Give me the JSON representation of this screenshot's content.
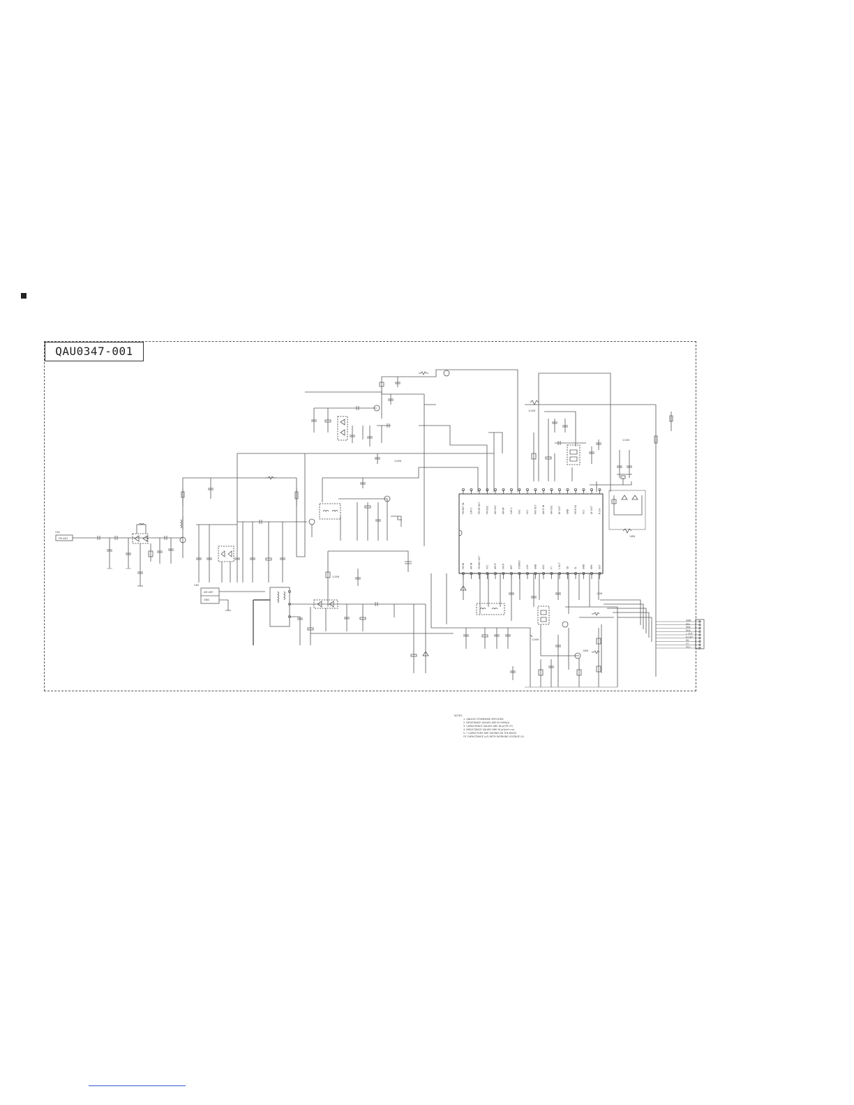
{
  "title_box": "QAU0347-001",
  "connectors": {
    "fm_ref": "CN1",
    "fm_ant": "FM ANT",
    "am_ref": "CN2",
    "am_ant": "AM ANT",
    "gnd": "GND"
  },
  "ic_top_pins": [
    "FM DET IN",
    "CAP-2",
    "FM RF OUT",
    "FM OSC",
    "AM OSC",
    "AM RF",
    "CAP-1",
    "OSC",
    "VCC",
    "MIX OUT",
    "AM IF IN",
    "AM OSC",
    "RF OUT",
    "GND",
    "FM IF IN",
    "VCC",
    "AF OUT",
    "R CH"
  ],
  "ic_bottom_pins": [
    "FM IN",
    "AM IN",
    "FM MIX OUT",
    "VCC",
    "AM IF",
    "FM IF",
    "DET",
    "STEREO",
    "LCH",
    "GND",
    "AGC",
    "VT",
    "L OUT",
    "SD",
    "SL",
    "GND",
    "MPX",
    "OUT"
  ],
  "bus_labels": [
    "GND",
    "SCL",
    "SDA",
    "RDS",
    "L-OUT",
    "R-OUT",
    "SD",
    "VT",
    "VCC"
  ],
  "part_labels": {
    "r1": "1/10W",
    "r2": "1/10W",
    "r3": "1/10W",
    "r4": "1/10W",
    "r5": "1/8W",
    "r6": "1/10W",
    "r7": "1/2W",
    "r8": "1/8W"
  },
  "notes": [
    "NOTES",
    "1. UNLESS OTHERWISE SPECIFIED",
    "2. RESISTANCE VALUES ARE IN OHM(Ω)",
    "3. CAPACITANCE VALUES ARE IN μF(PF=P)",
    "4. INDUCTANCE VALUES ARE IN μH(mH=m)",
    "5. * CAPACITORS ARE SHOWN ON THE BASIS",
    "   OF CAPACITANCE (μF) WITH WORKING VOLTAGE (V)"
  ]
}
